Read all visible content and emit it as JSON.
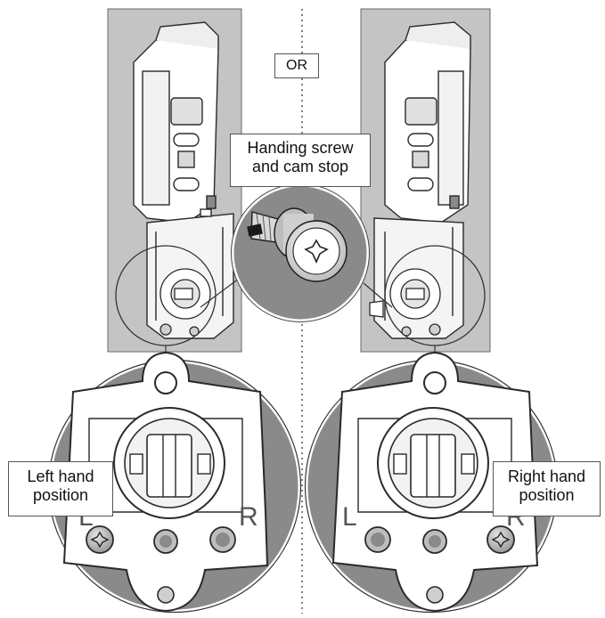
{
  "separator_label": "OR",
  "callout": {
    "line1": "Handing screw",
    "line2": "and cam stop"
  },
  "left_panel": {
    "label_line1": "Left hand",
    "label_line2": "position",
    "plate_letters": [
      "L",
      "R"
    ]
  },
  "right_panel": {
    "label_line1": "Right hand",
    "label_line2": "position",
    "plate_letters": [
      "L",
      "R"
    ]
  },
  "colors": {
    "panel_gray": "#c4c4c4",
    "disc_gray": "#8a8a8a",
    "plate_white": "#ffffff",
    "stroke": "#2a2a2a"
  }
}
